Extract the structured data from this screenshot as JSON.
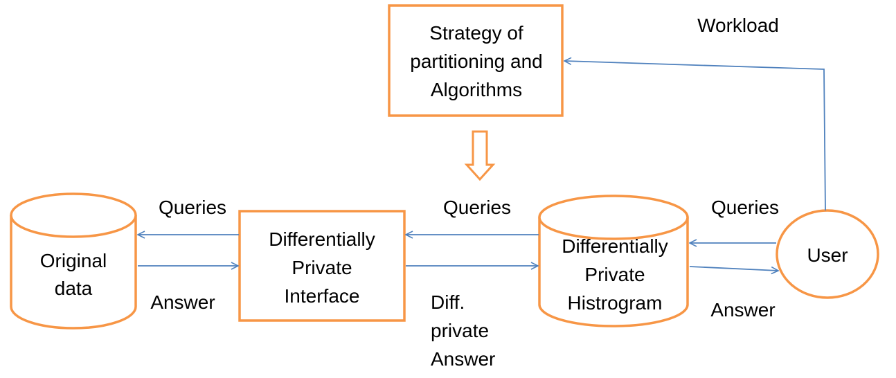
{
  "colors": {
    "node_stroke": "#F79646",
    "arrow": "#4F81BD",
    "text": "#000000",
    "background": "#FFFFFF"
  },
  "nodes": {
    "strategy": {
      "shape": "rectangle",
      "lines": [
        "Strategy of",
        "partitioning and",
        "Algorithms"
      ]
    },
    "original_data": {
      "shape": "cylinder",
      "lines": [
        "Original",
        "data"
      ]
    },
    "interface": {
      "shape": "rectangle",
      "lines": [
        "Differentially",
        "Private",
        "Interface"
      ]
    },
    "histogram": {
      "shape": "cylinder",
      "lines": [
        "Differentially",
        "Private",
        "Histrogram"
      ]
    },
    "user": {
      "shape": "ellipse",
      "lines": [
        "User"
      ]
    }
  },
  "edge_labels": {
    "workload": "Workload",
    "queries_left": "Queries",
    "answer_left": "Answer",
    "queries_mid": "Queries",
    "diff_answer": [
      "Diff.",
      "private",
      "Answer"
    ],
    "queries_right": "Queries",
    "answer_right": "Answer"
  }
}
